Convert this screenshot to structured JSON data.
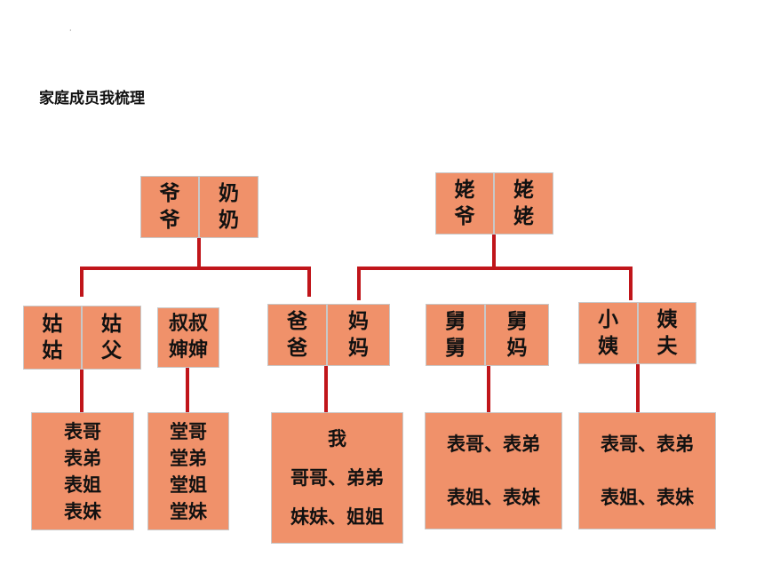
{
  "page": {
    "dot": "·",
    "title": "家庭成员我梳理"
  },
  "paternal_grandparents": {
    "left": "爷爷",
    "right": "奶奶"
  },
  "maternal_grandparents": {
    "left": "姥爷",
    "right": "姥姥"
  },
  "parents_generation": [
    {
      "left": "姑姑",
      "right": "姑父"
    },
    {
      "top": "叔叔",
      "bottom": "婶婶"
    },
    {
      "left": "爸爸",
      "right": "妈妈"
    },
    {
      "left": "舅舅",
      "right": "舅妈"
    },
    {
      "left": "小姨",
      "right": "姨夫"
    }
  ],
  "children": {
    "aunt_family": [
      "表哥",
      "表弟",
      "表姐",
      "表妹"
    ],
    "uncle_family": [
      "堂哥",
      "堂弟",
      "堂姐",
      "堂妹"
    ],
    "own_family": [
      "我",
      "哥哥、弟弟",
      "妹妹、姐姐"
    ],
    "maternal_uncle_family": [
      "表哥、表弟",
      "表姐、表妹"
    ],
    "maternal_aunt_family": [
      "表哥、表弟",
      "表姐、表妹"
    ]
  },
  "colors": {
    "box": "#f0916a",
    "line": "#c0151a"
  }
}
